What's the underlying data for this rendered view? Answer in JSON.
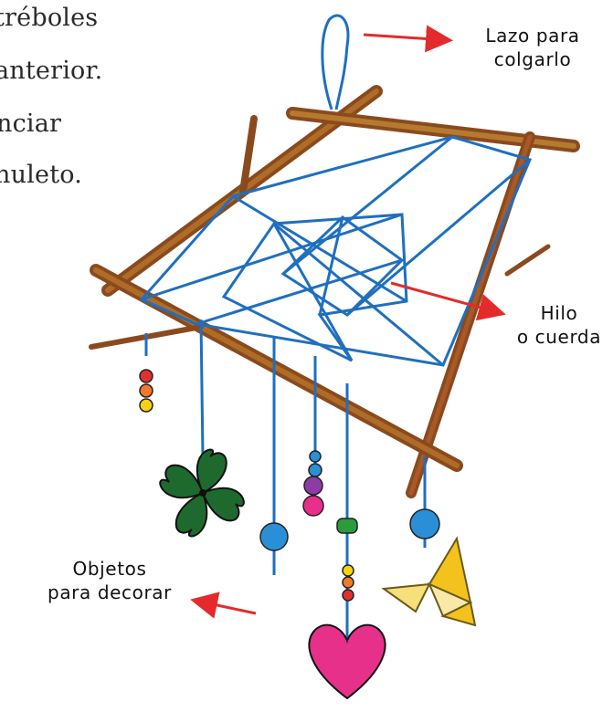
{
  "paragraph": {
    "lines": [
      "tréboles",
      "anterior.",
      "nciar",
      "nuleto."
    ]
  },
  "callouts": {
    "loop": {
      "line1": "Lazo para",
      "line2": "colgarlo"
    },
    "thread": {
      "line1": "Hilo",
      "line2": "o cuerda"
    },
    "objects": {
      "line1": "Objetos",
      "line2": "para decorar"
    }
  },
  "colors": {
    "arrow": "#e32b2b",
    "thread": "#1f6fc0",
    "stick": "#a0522d",
    "stick_light": "#c8842c",
    "clover": "#1e6a2e",
    "heart": "#e6308a",
    "bead_blue": "#2a8fd6",
    "butterfly": "#f3c21d"
  }
}
